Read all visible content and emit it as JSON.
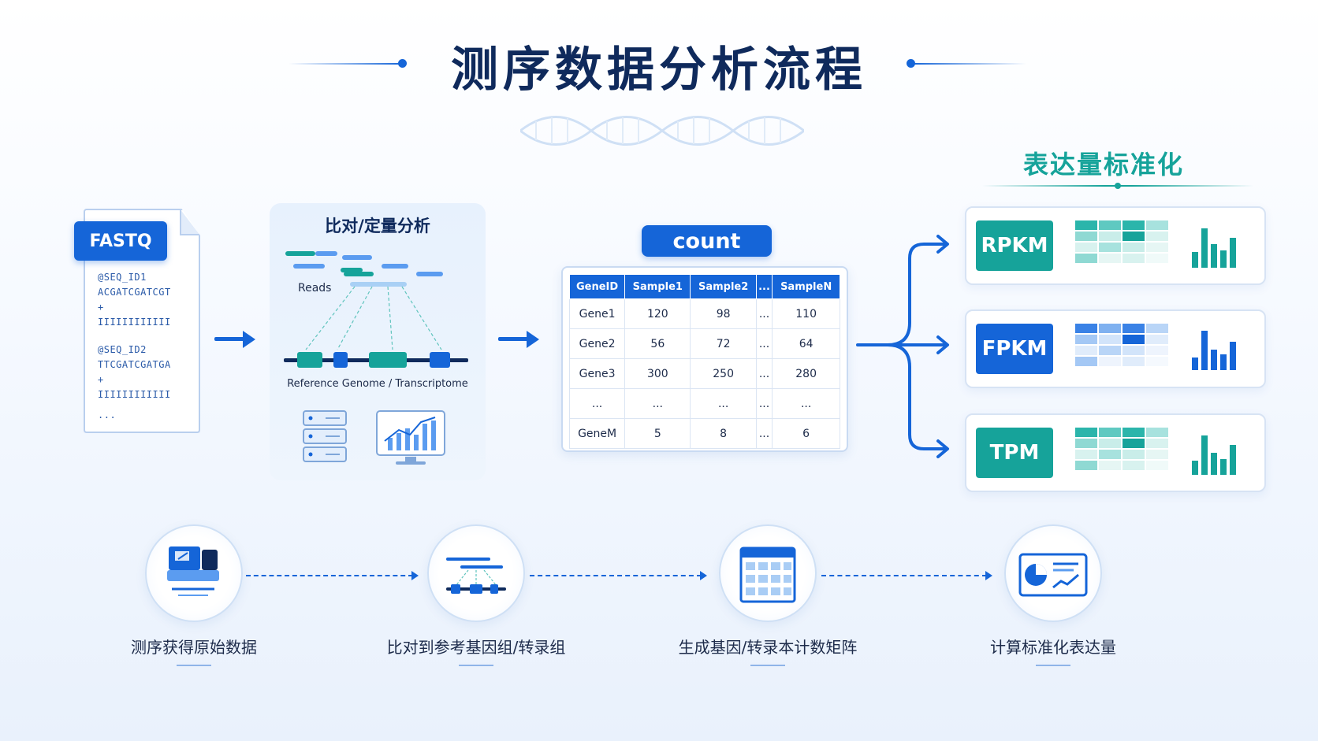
{
  "title": "测序数据分析流程",
  "fastq": {
    "badge": "FASTQ",
    "lines": [
      "@SEQ_ID1",
      "ACGATCGATCGT",
      "+",
      "IIIIIIIIIIII",
      "@SEQ_ID2",
      "TTCGATCGATGA",
      "+",
      "IIIIIIIIIIII",
      "..."
    ]
  },
  "align": {
    "title": "比对/定量分析",
    "reads_label": "Reads",
    "reference_label": "Reference Genome / Transcriptome"
  },
  "count": {
    "badge": "count",
    "headers": [
      "GeneID",
      "Sample1",
      "Sample2",
      "...",
      "SampleN"
    ],
    "rows": [
      [
        "Gene1",
        "120",
        "98",
        "...",
        "110"
      ],
      [
        "Gene2",
        "56",
        "72",
        "...",
        "64"
      ],
      [
        "Gene3",
        "300",
        "250",
        "...",
        "280"
      ],
      [
        "...",
        "...",
        "...",
        "...",
        "..."
      ],
      [
        "GeneM",
        "5",
        "8",
        "...",
        "6"
      ]
    ]
  },
  "normalization": {
    "title": "表达量标准化",
    "methods": [
      {
        "label": "RPKM",
        "color": "#16a39a"
      },
      {
        "label": "FPKM",
        "color": "#1565d8"
      },
      {
        "label": "TPM",
        "color": "#16a39a"
      }
    ]
  },
  "steps": [
    {
      "label": "测序获得原始数据",
      "icon": "sequencer-icon"
    },
    {
      "label": "比对到参考基因组/转录组",
      "icon": "alignment-icon"
    },
    {
      "label": "生成基因/转录本计数矩阵",
      "icon": "matrix-icon"
    },
    {
      "label": "计算标准化表达量",
      "icon": "report-chart-icon"
    }
  ],
  "colors": {
    "primary": "#1565d8",
    "teal": "#16a39a",
    "navy": "#0f2a5c"
  }
}
